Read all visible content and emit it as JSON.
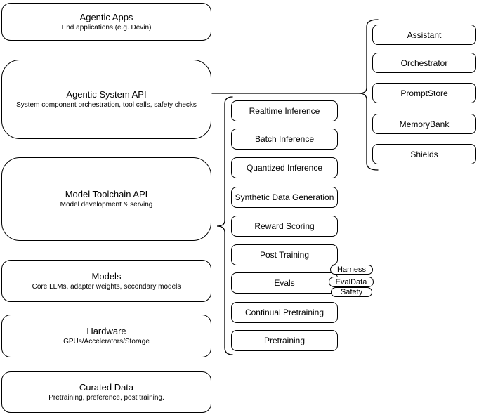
{
  "diagram": {
    "background_color": "#ffffff",
    "stroke_color": "#000000",
    "left_stack": [
      {
        "title": "Agentic Apps",
        "subtitle": "End applications (e.g. Devin)"
      },
      {
        "title": "Agentic System API",
        "subtitle": "System component orchestration, tool calls, safety checks"
      },
      {
        "title": "Model Toolchain API",
        "subtitle": "Model development & serving"
      },
      {
        "title": "Models",
        "subtitle": "Core LLMs, adapter weights, secondary models"
      },
      {
        "title": "Hardware",
        "subtitle": "GPUs/Accelerators/Storage"
      },
      {
        "title": "Curated Data",
        "subtitle": "Pretraining, preference, post training."
      }
    ],
    "toolchain_items": [
      {
        "label": "Realtime Inference"
      },
      {
        "label": "Batch Inference"
      },
      {
        "label": "Quantized Inference"
      },
      {
        "label": "Synthetic Data Generation"
      },
      {
        "label": "Reward Scoring"
      },
      {
        "label": "Post Training"
      },
      {
        "label": "Evals"
      },
      {
        "label": "Continual Pretraining"
      },
      {
        "label": "Pretraining"
      }
    ],
    "eval_tags": [
      {
        "label": "Harness"
      },
      {
        "label": "EvalData"
      },
      {
        "label": "Safety"
      }
    ],
    "system_components": [
      {
        "label": "Assistant"
      },
      {
        "label": "Orchestrator"
      },
      {
        "label": "PromptStore"
      },
      {
        "label": "MemoryBank"
      },
      {
        "label": "Shields"
      }
    ]
  }
}
